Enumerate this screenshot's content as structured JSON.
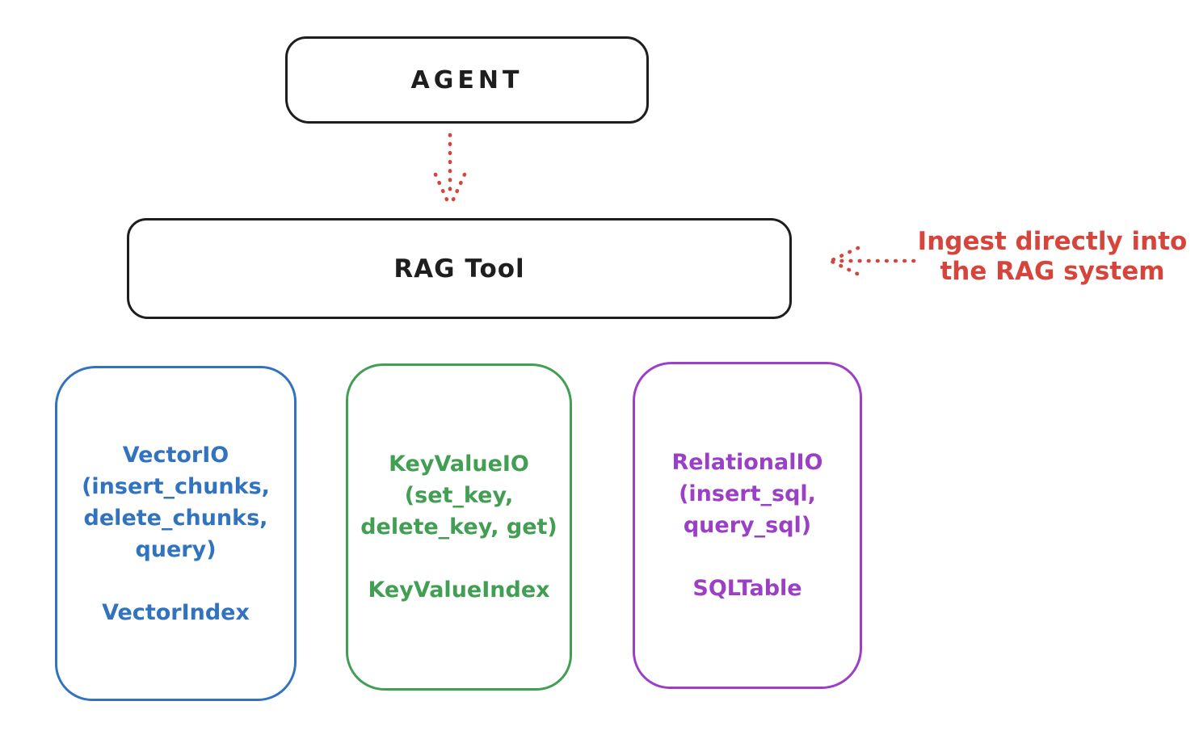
{
  "colors": {
    "bg": "#ffffff",
    "ink": "#1e1e1e",
    "red": "#d6453c",
    "blue": "#3273c0",
    "green": "#429e52",
    "purple": "#9b3fc6"
  },
  "nodes": {
    "agent": {
      "label": "AGENT"
    },
    "rag_tool": {
      "label": "RAG Tool"
    }
  },
  "providers": [
    {
      "name": "VectorIO",
      "color": "#3273c0",
      "lines": [
        "VectorIO",
        "(insert_chunks,",
        "delete_chunks,",
        "query)"
      ],
      "index_label": "VectorIndex"
    },
    {
      "name": "KeyValueIO",
      "color": "#429e52",
      "lines": [
        "KeyValueIO",
        "(set_key,",
        "delete_key, get)"
      ],
      "index_label": "KeyValueIndex"
    },
    {
      "name": "RelationalIO",
      "color": "#9b3fc6",
      "lines": [
        "RelationalIO",
        "(insert_sql,",
        "query_sql)"
      ],
      "index_label": "SQLTable"
    }
  ],
  "annotation": {
    "color": "#d6453c",
    "lines": [
      "Ingest directly into",
      "the RAG system"
    ]
  }
}
